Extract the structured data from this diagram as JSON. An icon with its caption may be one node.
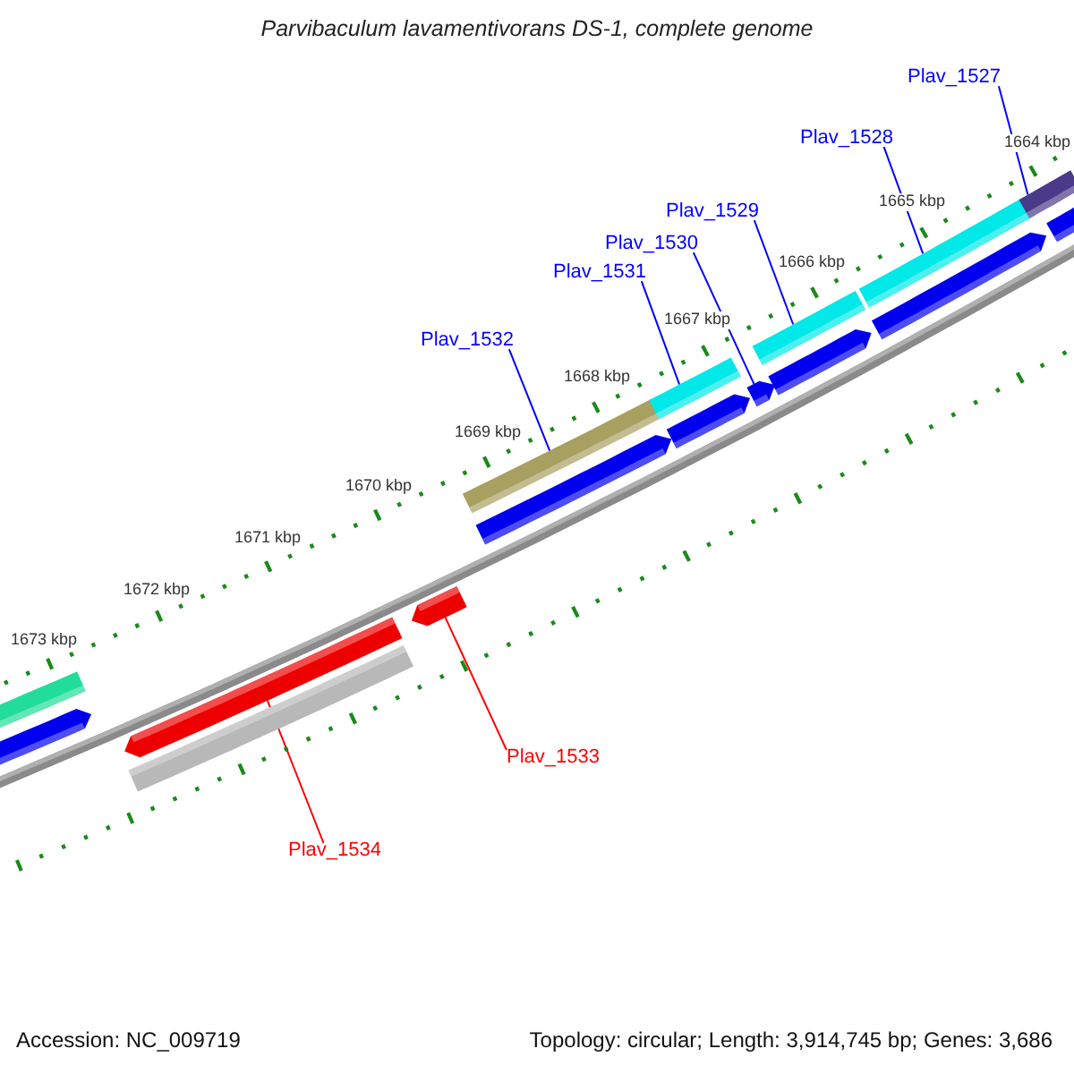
{
  "diagram": {
    "title": "Parvibaculum lavamentivorans DS-1, complete genome",
    "nodes": [
      {
        "text": [
          "Plav_1527"
        ]
      },
      {
        "text": [
          "Plav_1528"
        ]
      },
      {
        "text": [
          "Plav_1529"
        ]
      },
      {
        "text": [
          "Plav_1530"
        ]
      },
      {
        "text": [
          "Plav_1531"
        ]
      },
      {
        "text": [
          "Plav_1532"
        ]
      },
      {
        "text": [
          "Plav_1533"
        ]
      },
      {
        "text": [
          "Plav_1534"
        ]
      },
      {
        "text": [],
        "shape": "bar"
      },
      {
        "text": [],
        "shape": "bar"
      },
      {
        "text": [],
        "shape": "bar"
      },
      {
        "text": [],
        "shape": "bar"
      },
      {
        "text": [],
        "shape": "bar"
      },
      {
        "text": [],
        "shape": "bar"
      },
      {
        "text": [],
        "shape": "bar"
      },
      {
        "text": [],
        "shape": "bar"
      }
    ],
    "edges": [
      {
        "from": 0,
        "to": 15,
        "arrow": "none"
      },
      {
        "from": 1,
        "to": 14,
        "arrow": "none"
      },
      {
        "from": 2,
        "to": 13,
        "arrow": "none"
      },
      {
        "from": 3,
        "to": 12,
        "arrow": "none"
      },
      {
        "from": 4,
        "to": 11,
        "arrow": "none"
      },
      {
        "from": 5,
        "to": 10,
        "arrow": "none"
      },
      {
        "from": 6,
        "to": 9,
        "arrow": "none",
        "color": "#ff0000"
      },
      {
        "from": 7,
        "to": 8,
        "arrow": "none",
        "color": "#ff0000"
      }
    ],
    "labels": [
      "1664 kbp",
      "1665 kbp",
      "1666 kbp",
      "1667 kbp",
      "1668 kbp",
      "1669 kbp",
      "1670 kbp",
      "1671 kbp",
      "1672 kbp",
      "1673 kbp",
      "Accession: NC_009719",
      "Topology: circular; Length: 3,914,745 bp; Genes: 3,686"
    ]
  }
}
